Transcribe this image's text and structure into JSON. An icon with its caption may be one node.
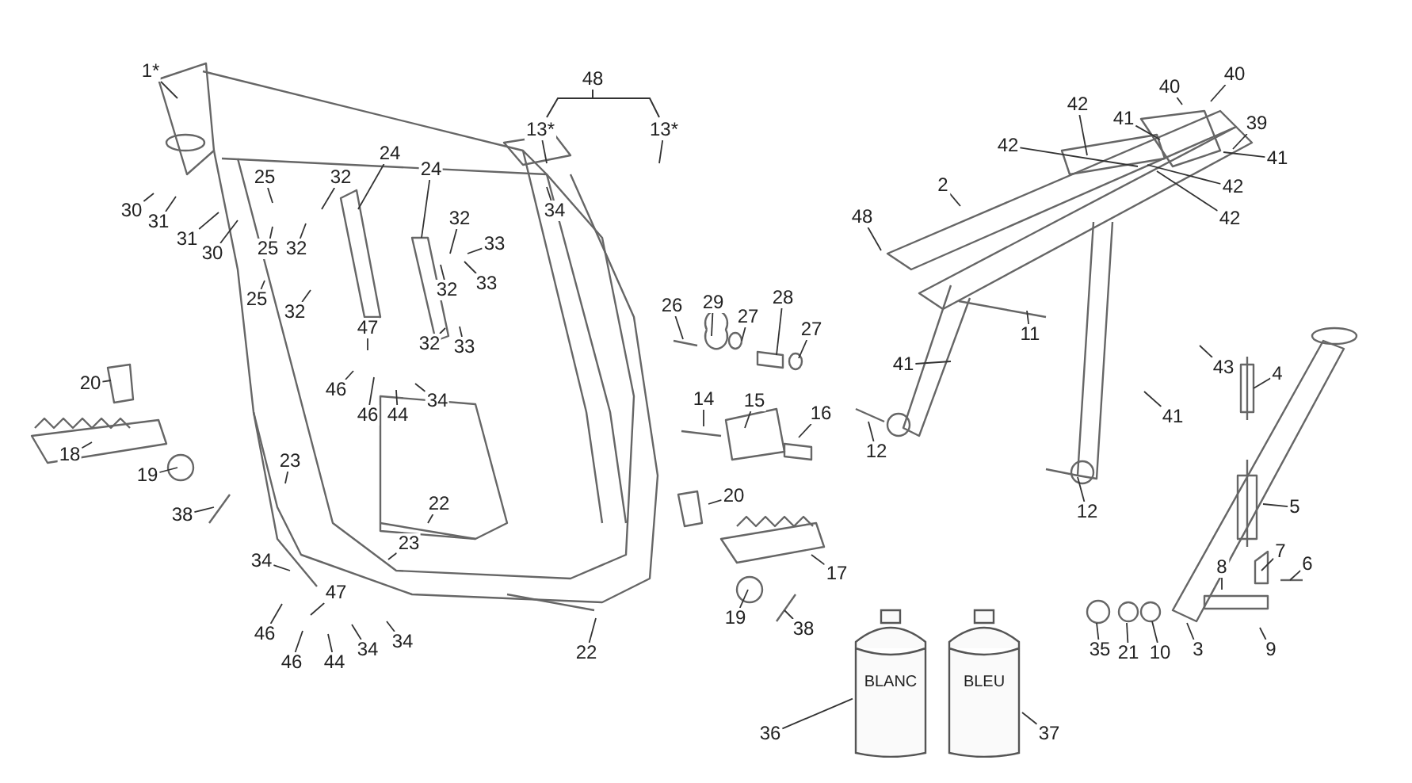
{
  "diagram": {
    "nodes": [
      {
        "text": [
          "1*"
        ]
      },
      {
        "text": [
          "48"
        ]
      },
      {
        "text": [
          "13*"
        ]
      },
      {
        "text": [
          "13*"
        ]
      },
      {
        "text": [
          "34"
        ]
      },
      {
        "text": [
          "24"
        ]
      },
      {
        "text": [
          "24"
        ]
      },
      {
        "text": [
          "25"
        ]
      },
      {
        "text": [
          "32"
        ]
      },
      {
        "text": [
          "30"
        ]
      },
      {
        "text": [
          "31"
        ]
      },
      {
        "text": [
          "25"
        ]
      },
      {
        "text": [
          "32"
        ]
      },
      {
        "text": [
          "31"
        ]
      },
      {
        "text": [
          "30"
        ]
      },
      {
        "text": [
          "32"
        ]
      },
      {
        "text": [
          "33"
        ]
      },
      {
        "text": [
          "25"
        ]
      },
      {
        "text": [
          "32"
        ]
      },
      {
        "text": [
          "32"
        ]
      },
      {
        "text": [
          "33"
        ]
      },
      {
        "text": [
          "32"
        ]
      },
      {
        "text": [
          "33"
        ]
      },
      {
        "text": [
          "47"
        ]
      },
      {
        "text": [
          "46"
        ]
      },
      {
        "text": [
          "46"
        ]
      },
      {
        "text": [
          "44"
        ]
      },
      {
        "text": [
          "34"
        ]
      },
      {
        "text": [
          "20"
        ]
      },
      {
        "text": [
          "18"
        ]
      },
      {
        "text": [
          "19"
        ]
      },
      {
        "text": [
          "38"
        ]
      },
      {
        "text": [
          "23"
        ]
      },
      {
        "text": [
          "22"
        ]
      },
      {
        "text": [
          "23"
        ]
      },
      {
        "text": [
          "34"
        ]
      },
      {
        "text": [
          "47"
        ]
      },
      {
        "text": [
          "46"
        ]
      },
      {
        "text": [
          "46"
        ]
      },
      {
        "text": [
          "44"
        ]
      },
      {
        "text": [
          "34"
        ]
      },
      {
        "text": [
          "34"
        ]
      },
      {
        "text": [
          "22"
        ]
      },
      {
        "text": [
          "26"
        ]
      },
      {
        "text": [
          "29"
        ]
      },
      {
        "text": [
          "27"
        ]
      },
      {
        "text": [
          "28"
        ]
      },
      {
        "text": [
          "27"
        ]
      },
      {
        "text": [
          "14"
        ]
      },
      {
        "text": [
          "15"
        ]
      },
      {
        "text": [
          "16"
        ]
      },
      {
        "text": [
          "20"
        ]
      },
      {
        "text": [
          "17"
        ]
      },
      {
        "text": [
          "19"
        ]
      },
      {
        "text": [
          "38"
        ]
      },
      {
        "text": [
          "BLANC"
        ]
      },
      {
        "text": [
          "BLEU"
        ]
      },
      {
        "text": [
          "36"
        ]
      },
      {
        "text": [
          "37"
        ]
      },
      {
        "text": [
          "40"
        ]
      },
      {
        "text": [
          "40"
        ]
      },
      {
        "text": [
          "41"
        ]
      },
      {
        "text": [
          "39"
        ]
      },
      {
        "text": [
          "42"
        ]
      },
      {
        "text": [
          "42"
        ]
      },
      {
        "text": [
          "41"
        ]
      },
      {
        "text": [
          "2"
        ]
      },
      {
        "text": [
          "42"
        ]
      },
      {
        "text": [
          "42"
        ]
      },
      {
        "text": [
          "48"
        ]
      },
      {
        "text": [
          "11"
        ]
      },
      {
        "text": [
          "41"
        ]
      },
      {
        "text": [
          "43"
        ]
      },
      {
        "text": [
          "41"
        ]
      },
      {
        "text": [
          "12"
        ]
      },
      {
        "text": [
          "12"
        ]
      },
      {
        "text": [
          "4"
        ]
      },
      {
        "text": [
          "5"
        ]
      },
      {
        "text": [
          "7"
        ]
      },
      {
        "text": [
          "8"
        ]
      },
      {
        "text": [
          "6"
        ]
      },
      {
        "text": [
          "35"
        ]
      },
      {
        "text": [
          "21"
        ]
      },
      {
        "text": [
          "10"
        ]
      },
      {
        "text": [
          "3"
        ]
      },
      {
        "text": [
          "9"
        ]
      }
    ],
    "edges": [
      {
        "from": 0,
        "to": null,
        "arrow": "none"
      },
      {
        "from": 2,
        "to": null,
        "arrow": "none"
      },
      {
        "from": 3,
        "to": null,
        "arrow": "none"
      },
      {
        "from": 4,
        "to": null,
        "arrow": "none"
      },
      {
        "from": 5,
        "to": null,
        "arrow": "none"
      },
      {
        "from": 6,
        "to": null,
        "arrow": "none"
      },
      {
        "from": 7,
        "to": null,
        "arrow": "none"
      },
      {
        "from": 8,
        "to": null,
        "arrow": "none"
      },
      {
        "from": 9,
        "to": null,
        "arrow": "none"
      },
      {
        "from": 10,
        "to": null,
        "arrow": "none"
      },
      {
        "from": 11,
        "to": null,
        "arrow": "none"
      },
      {
        "from": 12,
        "to": null,
        "arrow": "none"
      },
      {
        "from": 13,
        "to": null,
        "arrow": "none"
      },
      {
        "from": 14,
        "to": null,
        "arrow": "none"
      },
      {
        "from": 15,
        "to": null,
        "arrow": "none"
      },
      {
        "from": 16,
        "to": null,
        "arrow": "none"
      },
      {
        "from": 17,
        "to": null,
        "arrow": "none"
      },
      {
        "from": 18,
        "to": null,
        "arrow": "none"
      },
      {
        "from": 19,
        "to": null,
        "arrow": "none"
      },
      {
        "from": 20,
        "to": null,
        "arrow": "none"
      },
      {
        "from": 21,
        "to": null,
        "arrow": "none"
      },
      {
        "from": 22,
        "to": null,
        "arrow": "none"
      },
      {
        "from": 23,
        "to": null,
        "arrow": "none"
      },
      {
        "from": 24,
        "to": null,
        "arrow": "none"
      },
      {
        "from": 25,
        "to": null,
        "arrow": "none"
      },
      {
        "from": 26,
        "to": null,
        "arrow": "none"
      },
      {
        "from": 27,
        "to": null,
        "arrow": "none"
      },
      {
        "from": 28,
        "to": null,
        "arrow": "none"
      },
      {
        "from": 29,
        "to": null,
        "arrow": "none"
      },
      {
        "from": 30,
        "to": null,
        "arrow": "none"
      },
      {
        "from": 31,
        "to": null,
        "arrow": "none"
      },
      {
        "from": 32,
        "to": null,
        "arrow": "none"
      },
      {
        "from": 33,
        "to": null,
        "arrow": "none"
      },
      {
        "from": 34,
        "to": null,
        "arrow": "none"
      },
      {
        "from": 35,
        "to": null,
        "arrow": "none"
      },
      {
        "from": 36,
        "to": null,
        "arrow": "none"
      },
      {
        "from": 37,
        "to": null,
        "arrow": "none"
      },
      {
        "from": 38,
        "to": null,
        "arrow": "none"
      },
      {
        "from": 39,
        "to": null,
        "arrow": "none"
      },
      {
        "from": 40,
        "to": null,
        "arrow": "none"
      },
      {
        "from": 41,
        "to": null,
        "arrow": "none"
      },
      {
        "from": 42,
        "to": null,
        "arrow": "none"
      },
      {
        "from": 43,
        "to": null,
        "arrow": "none"
      },
      {
        "from": 44,
        "to": null,
        "arrow": "none"
      },
      {
        "from": 45,
        "to": null,
        "arrow": "none"
      },
      {
        "from": 46,
        "to": null,
        "arrow": "none"
      },
      {
        "from": 47,
        "to": null,
        "arrow": "none"
      },
      {
        "from": 48,
        "to": null,
        "arrow": "none"
      },
      {
        "from": 49,
        "to": null,
        "arrow": "none"
      },
      {
        "from": 50,
        "to": null,
        "arrow": "none"
      },
      {
        "from": 51,
        "to": null,
        "arrow": "none"
      },
      {
        "from": 52,
        "to": null,
        "arrow": "none"
      },
      {
        "from": 53,
        "to": null,
        "arrow": "none"
      },
      {
        "from": 54,
        "to": null,
        "arrow": "none"
      },
      {
        "from": 57,
        "to": 55,
        "arrow": "none"
      },
      {
        "from": 58,
        "to": 56,
        "arrow": "none"
      },
      {
        "from": 59,
        "to": null,
        "arrow": "none"
      },
      {
        "from": 60,
        "to": null,
        "arrow": "none"
      },
      {
        "from": 61,
        "to": null,
        "arrow": "none"
      },
      {
        "from": 62,
        "to": null,
        "arrow": "none"
      },
      {
        "from": 63,
        "to": null,
        "arrow": "none"
      },
      {
        "from": 64,
        "to": null,
        "arrow": "none"
      },
      {
        "from": 65,
        "to": null,
        "arrow": "none"
      },
      {
        "from": 66,
        "to": null,
        "arrow": "none"
      },
      {
        "from": 67,
        "to": null,
        "arrow": "none"
      },
      {
        "from": 68,
        "to": null,
        "arrow": "none"
      },
      {
        "from": 69,
        "to": null,
        "arrow": "none"
      },
      {
        "from": 70,
        "to": null,
        "arrow": "none"
      },
      {
        "from": 71,
        "to": null,
        "arrow": "none"
      },
      {
        "from": 72,
        "to": null,
        "arrow": "none"
      },
      {
        "from": 73,
        "to": null,
        "arrow": "none"
      },
      {
        "from": 74,
        "to": null,
        "arrow": "none"
      },
      {
        "from": 75,
        "to": null,
        "arrow": "none"
      },
      {
        "from": 76,
        "to": null,
        "arrow": "none"
      },
      {
        "from": 77,
        "to": null,
        "arrow": "none"
      },
      {
        "from": 78,
        "to": null,
        "arrow": "none"
      },
      {
        "from": 79,
        "to": null,
        "arrow": "none"
      },
      {
        "from": 80,
        "to": null,
        "arrow": "none"
      },
      {
        "from": 81,
        "to": null,
        "arrow": "none"
      },
      {
        "from": 82,
        "to": null,
        "arrow": "none"
      },
      {
        "from": 83,
        "to": null,
        "arrow": "none"
      },
      {
        "from": 84,
        "to": null,
        "arrow": "none"
      },
      {
        "from": 85,
        "to": null,
        "arrow": "none"
      }
    ]
  }
}
